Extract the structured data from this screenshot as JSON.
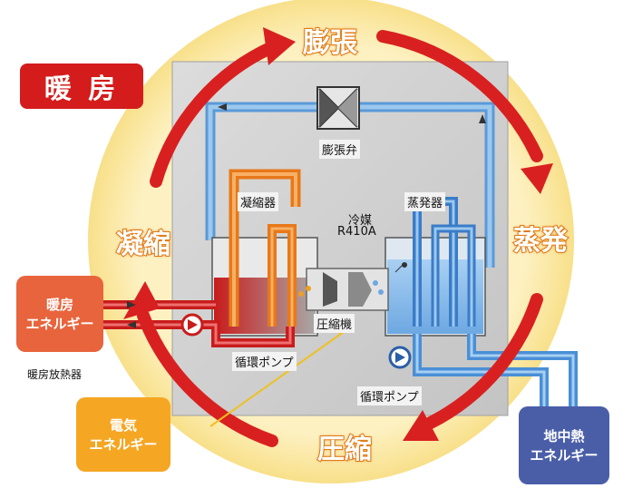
{
  "title": "暖 房",
  "cycle": {
    "expansion": "膨張",
    "evaporation": "蒸発",
    "compression": "圧縮",
    "condensation": "凝縮"
  },
  "components": {
    "expansion_valve": "膨張弁",
    "condenser": "凝縮器",
    "evaporator": "蒸発器",
    "refrigerant_line1": "冷媒",
    "refrigerant_line2": "R410A",
    "compressor": "圧縮機",
    "pump_left": "循環ポンプ",
    "pump_right": "循環ポンプ"
  },
  "energy": {
    "heating_line1": "暖房",
    "heating_line2": "エネルギー",
    "heating_radiator": "暖房放熱器",
    "electric_line1": "電気",
    "electric_line2": "エネルギー",
    "geothermal_line1": "地中熱",
    "geothermal_line2": "エネルギー"
  },
  "colors": {
    "hot_red": "#d92020",
    "warm_orange": "#f08a1e",
    "cold_blue": "#4a8fd6",
    "ring_yellow": "#fbe9a6",
    "panel_gray": "#cfcfcf",
    "box_heating": "#e8643c",
    "box_electric": "#f5a623",
    "box_geo": "#4a5ea8"
  }
}
